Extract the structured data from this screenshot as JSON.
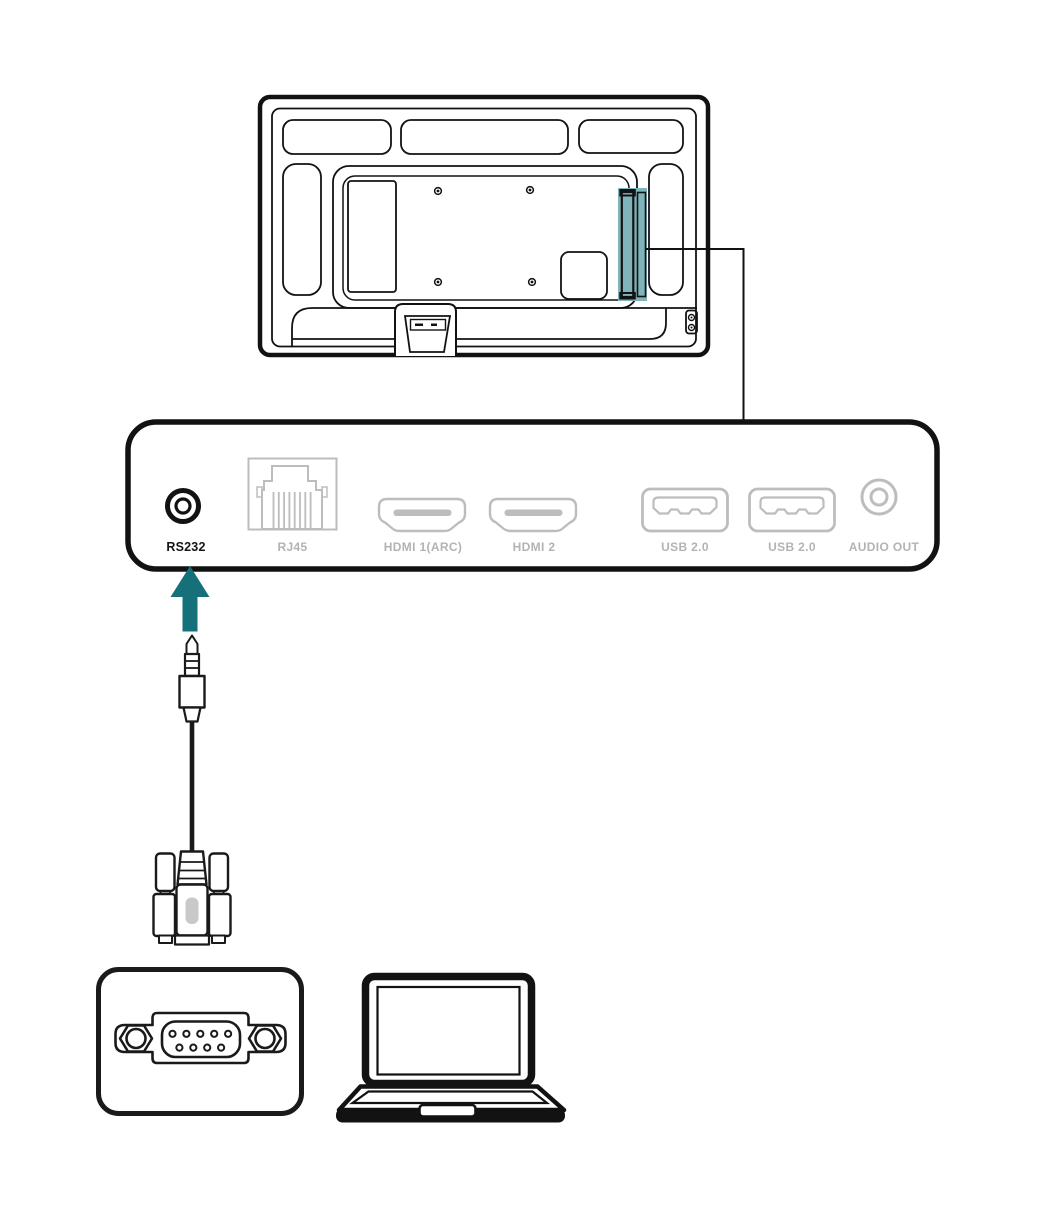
{
  "page": {
    "type": "connection-diagram",
    "connection_name": "RS232"
  },
  "colors": {
    "line_black": "#121212",
    "port_inactive_gray": "#BDBDBD",
    "label_gray": "#B3B3B3",
    "arrow_teal": "#15707A",
    "highlight_teal": "#7FB4BB",
    "connector_label_gray": "#C9C9C9"
  },
  "rear_panel": {
    "ports": [
      {
        "id": "rs232",
        "label": "RS232",
        "state": "active"
      },
      {
        "id": "rj45",
        "label": "RJ45",
        "state": "inactive"
      },
      {
        "id": "hdmi1",
        "label": "HDMI 1(ARC)",
        "state": "inactive"
      },
      {
        "id": "hdmi2",
        "label": "HDMI 2",
        "state": "inactive"
      },
      {
        "id": "usb1",
        "label": "USB 2.0",
        "state": "inactive"
      },
      {
        "id": "usb2",
        "label": "USB 2.0",
        "state": "inactive"
      },
      {
        "id": "audio",
        "label": "AUDIO OUT",
        "state": "inactive"
      }
    ]
  },
  "icons": [
    "tv-rear-view",
    "callout-line",
    "connector-panel",
    "rs232-port-icon",
    "rj45-port-icon",
    "hdmi-port-icon",
    "usb-port-icon",
    "audio-out-port-icon",
    "insert-arrow-icon",
    "audio-jack-plug-icon",
    "serial-cable",
    "db9-connector-icon",
    "db9-face-plate-icon",
    "laptop-icon"
  ]
}
